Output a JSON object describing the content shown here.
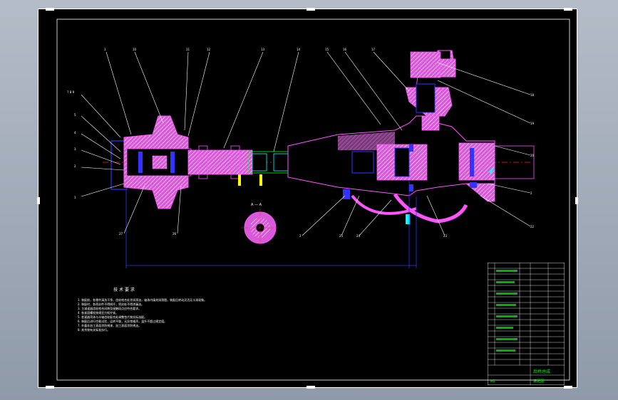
{
  "drawing": {
    "section_label": "A — A",
    "technical_notes_title": "技 术 要 求",
    "technical_notes": [
      "1. 装配前，各零件清洗干净，齿轮啮合处涂润滑油，轴承内填充润滑脂，装配后转动灵活无卡滞现象。",
      "2. 装配时，各密封件不得损坏，密封处不得渗漏油。",
      "3. 主减速器齿轮啮合间隙及接触斑点应符合要求。",
      "4. 各紧固螺栓按规定力矩拧紧。",
      "5. 差速器壳体与半轴齿轮配合处调整垫片按实际选配。",
      "6. 装配后进行空载试验，运转平稳，无异常噪声，温升不超过规定值。",
      "7. 外露非加工表面涂防锈漆，加工表面涂防锈油。",
      "8. 其余按有关标准执行。"
    ],
    "part_numbers": [
      "1",
      "2",
      "3",
      "4",
      "5",
      "6",
      "7",
      "8",
      "9",
      "10",
      "11",
      "12",
      "13",
      "14",
      "15",
      "16",
      "17",
      "18",
      "19",
      "20",
      "21",
      "22",
      "23",
      "24",
      "25",
      "26",
      "27"
    ],
    "title_block": {
      "name": "后桥总成",
      "drawing_no": "装配图",
      "code": "A1"
    }
  },
  "colors": {
    "background": "#000000",
    "outline": "#ff55ff",
    "fill": "#d85ad8",
    "hatch": "#ffffff",
    "accent_blue": "#3333ff",
    "accent_cyan": "#00ffff",
    "accent_green": "#00ff00",
    "center_line": "#ff2020",
    "leader": "#ffffff"
  }
}
